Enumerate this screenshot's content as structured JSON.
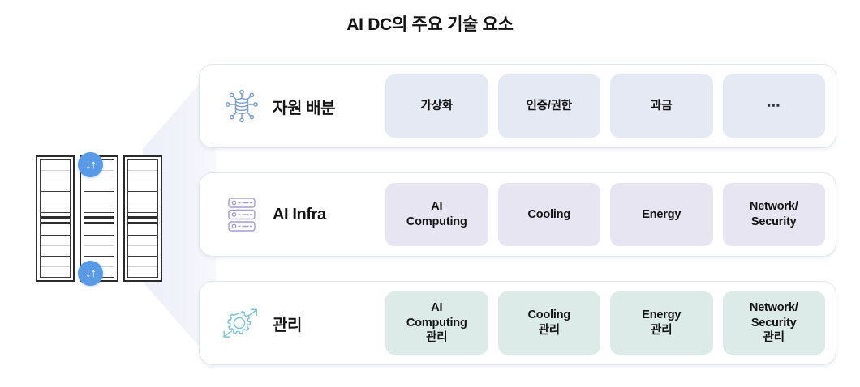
{
  "title": "AI DC의 주요 기술 요소",
  "illustration": {
    "rack_label": "server-racks",
    "rack_count": 3
  },
  "connectors": [
    {
      "name": "exchange-badge-1",
      "glyph": "↓↑"
    },
    {
      "name": "exchange-badge-2",
      "glyph": "↓↑"
    }
  ],
  "colors": {
    "badge": "#589ae6",
    "row1_chip": "#e5e9f4",
    "row2_chip": "#e8e5f3",
    "row3_chip": "#dceae8",
    "row1_icon": "#7e9ed1",
    "row2_icon": "#a79bd4",
    "row3_icon": "#7fc4d2"
  },
  "rows": [
    {
      "id": "resource-allocation",
      "label": "자원 배분",
      "icon": "distributed-database-icon",
      "chips": [
        {
          "name": "chip-virtualization",
          "text": "가상화"
        },
        {
          "name": "chip-auth-permission",
          "text": "인증/권한"
        },
        {
          "name": "chip-billing",
          "text": "과금"
        },
        {
          "name": "chip-more",
          "text": "⋯"
        }
      ]
    },
    {
      "id": "ai-infra",
      "label": "AI Infra",
      "icon": "server-stack-icon",
      "chips": [
        {
          "name": "chip-ai-computing",
          "text": "AI\nComputing"
        },
        {
          "name": "chip-cooling",
          "text": "Cooling"
        },
        {
          "name": "chip-energy",
          "text": "Energy"
        },
        {
          "name": "chip-network-security",
          "text": "Network/\nSecurity"
        }
      ]
    },
    {
      "id": "management",
      "label": "관리",
      "icon": "gear-arrows-icon",
      "chips": [
        {
          "name": "chip-ai-computing-mgmt",
          "text": "AI\nComputing\n관리"
        },
        {
          "name": "chip-cooling-mgmt",
          "text": "Cooling\n관리"
        },
        {
          "name": "chip-energy-mgmt",
          "text": "Energy\n관리"
        },
        {
          "name": "chip-network-security-mgmt",
          "text": "Network/\nSecurity\n관리"
        }
      ]
    }
  ]
}
